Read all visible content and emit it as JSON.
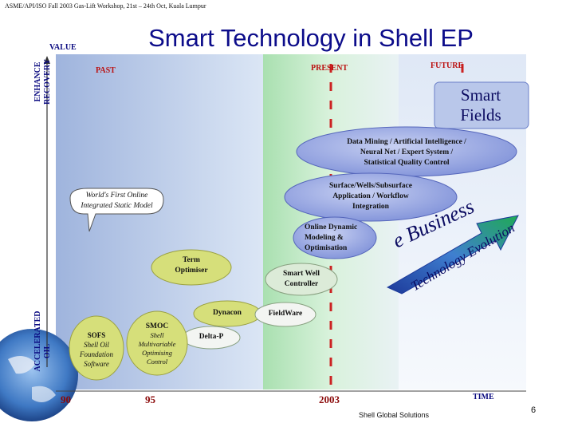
{
  "header": {
    "conference": "ASME/API/ISO Fall 2003 Gas-Lift Workshop, 21st – 24th Oct, Kuala Lumpur",
    "title": "Smart Technology in Shell EP"
  },
  "axes": {
    "y_top_label": "VALUE",
    "y_upper_label_1": "ENHANCE",
    "y_upper_label_2": "RECOVERY",
    "y_lower_label_1": "ACCELERATED",
    "y_lower_label_2": "OIL",
    "x_label": "TIME",
    "x_ticks": [
      "90",
      "95",
      "2003"
    ]
  },
  "eras": {
    "past": "PAST",
    "present": "PRESENT",
    "future": "FUTURE"
  },
  "smart_fields": {
    "line1": "Smart",
    "line2": "Fields"
  },
  "nodes": {
    "datamining": [
      "Data Mining / Artificial Intelligence /",
      "Neural Net / Expert System /",
      "Statistical Quality Control"
    ],
    "surface": [
      "Surface/Wells/Subsurface",
      "Application / Workflow",
      "Integration"
    ],
    "world_first": [
      "World's First Online",
      "Integrated Static Model"
    ],
    "online_dynamic": [
      "Online Dynamic",
      "Modeling &",
      "Optimisation"
    ],
    "term_optimiser": [
      "Term",
      "Optimiser"
    ],
    "smart_well": [
      "Smart Well",
      "Controller"
    ],
    "dynacon": "Dynacon",
    "fieldware": "FieldWare",
    "smoc": [
      "SMOC",
      "Shell",
      "Multivariable",
      "Optimising",
      "Control"
    ],
    "sofs": [
      "SOFS",
      "Shell Oil",
      "Foundation",
      "Software"
    ],
    "delta_p": "Delta-P"
  },
  "arrow": {
    "ebusiness": "e Business",
    "techevo": "Technology Evolution"
  },
  "footer": {
    "company": "Shell Global Solutions",
    "page": "6"
  },
  "colors": {
    "title": "#0c0c8a",
    "past_band": "#c9d6ec",
    "present_band": "#bfe8c4",
    "future_band": "#eef3fb",
    "ellipse": "#8fa0e0",
    "arrow_start": "#1d3a9a",
    "arrow_end": "#1faa55",
    "dashed_line": "#cc2222"
  }
}
